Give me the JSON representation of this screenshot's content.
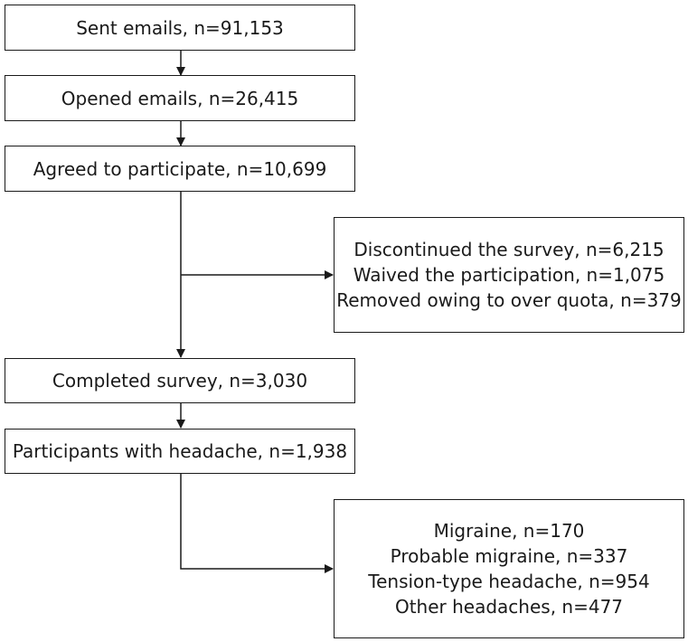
{
  "flowchart": {
    "sent": "Sent emails, n=91,153",
    "opened": "Opened emails, n=26,415",
    "agreed": "Agreed to participate, n=10,699",
    "excluded": [
      "Discontinued the survey, n=6,215",
      "Waived the participation, n=1,075",
      "Removed owing to over quota, n=379"
    ],
    "completed": "Completed survey, n=3,030",
    "headache": "Participants with headache, n=1,938",
    "types": [
      "Migraine, n=170",
      "Probable migraine, n=337",
      "Tension-type headache, n=954",
      "Other headaches, n=477"
    ]
  }
}
